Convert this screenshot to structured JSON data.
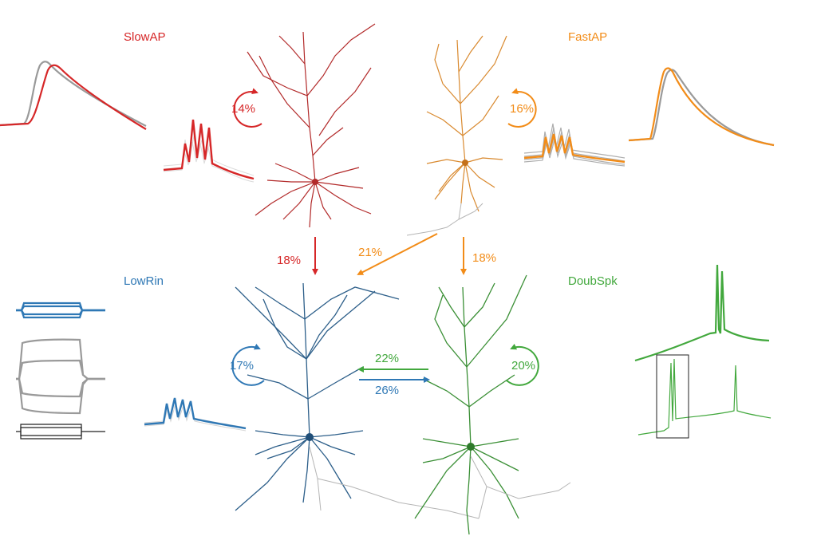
{
  "colors": {
    "slowap": "#d62728",
    "fastap": "#f28c18",
    "lowrin": "#2f78b5",
    "doubspk": "#42a83d",
    "gray": "#9a9a9a",
    "black": "#222222"
  },
  "classes": {
    "slowap": {
      "name": "SlowAP",
      "self_connection": "14%"
    },
    "fastap": {
      "name": "FastAP",
      "self_connection": "16%"
    },
    "lowrin": {
      "name": "LowRin",
      "self_connection": "17%"
    },
    "doubspk": {
      "name": "DoubSpk",
      "self_connection": "20%"
    }
  },
  "connections": {
    "slowap_to_lowrin": "18%",
    "fastap_to_lowrin": "21%",
    "fastap_to_doubspk": "18%",
    "doubspk_to_lowrin": "22%",
    "lowrin_to_doubspk": "26%"
  }
}
